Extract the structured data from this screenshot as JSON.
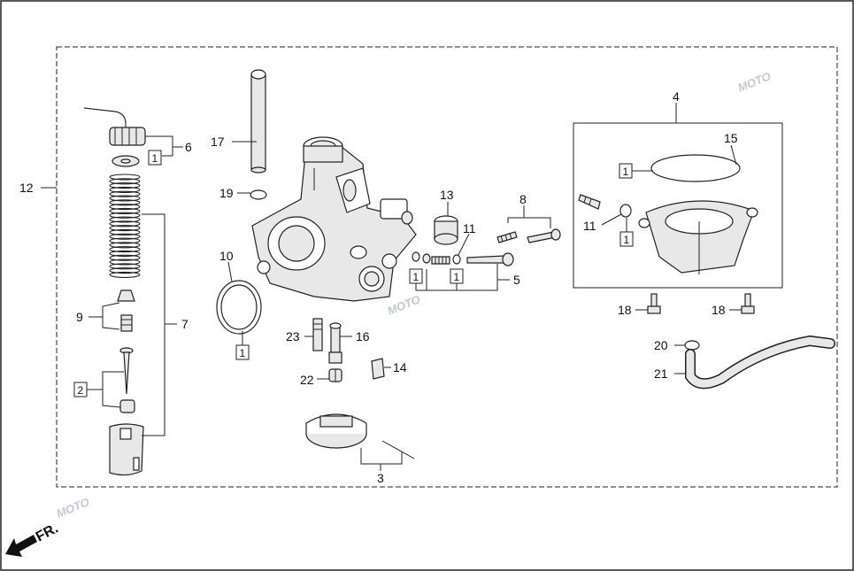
{
  "callouts": {
    "c1": "1",
    "c2": "2",
    "c3": "3",
    "c4": "4",
    "c5": "5",
    "c6": "6",
    "c7": "7",
    "c8": "8",
    "c9": "9",
    "c10": "10",
    "c11a": "11",
    "c11b": "11",
    "c12": "12",
    "c13": "13",
    "c14": "14",
    "c15": "15",
    "c16": "16",
    "c17": "17",
    "c18a": "18",
    "c18b": "18",
    "c19": "19",
    "c20": "20",
    "c21": "21",
    "c22": "22",
    "c23": "23"
  },
  "boxes": {
    "b1_cap": "1",
    "b1_oring": "1",
    "b1_left": "1",
    "b1_right": "1",
    "b1_gasket": "1",
    "b1_float": "1",
    "b2": "2"
  },
  "direction": "FR.",
  "watermark": "MOTO",
  "colors": {
    "line": "#222222",
    "watermark": "#c6c6d6"
  }
}
